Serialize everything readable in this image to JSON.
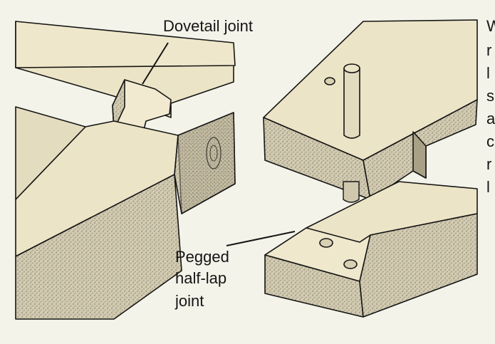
{
  "labels": {
    "dovetail": "Dovetail joint",
    "pegged_line1": "Pegged",
    "pegged_line2": "half-lap",
    "pegged_line3": "joint"
  },
  "edge_text": [
    "W",
    "r",
    "l",
    "s",
    "a",
    "c",
    "r",
    "l"
  ],
  "colors": {
    "background": "#f4f3e9",
    "wood_face": "#ece4c6",
    "wood_shadow": "#b7ad90",
    "ink": "#151515"
  }
}
